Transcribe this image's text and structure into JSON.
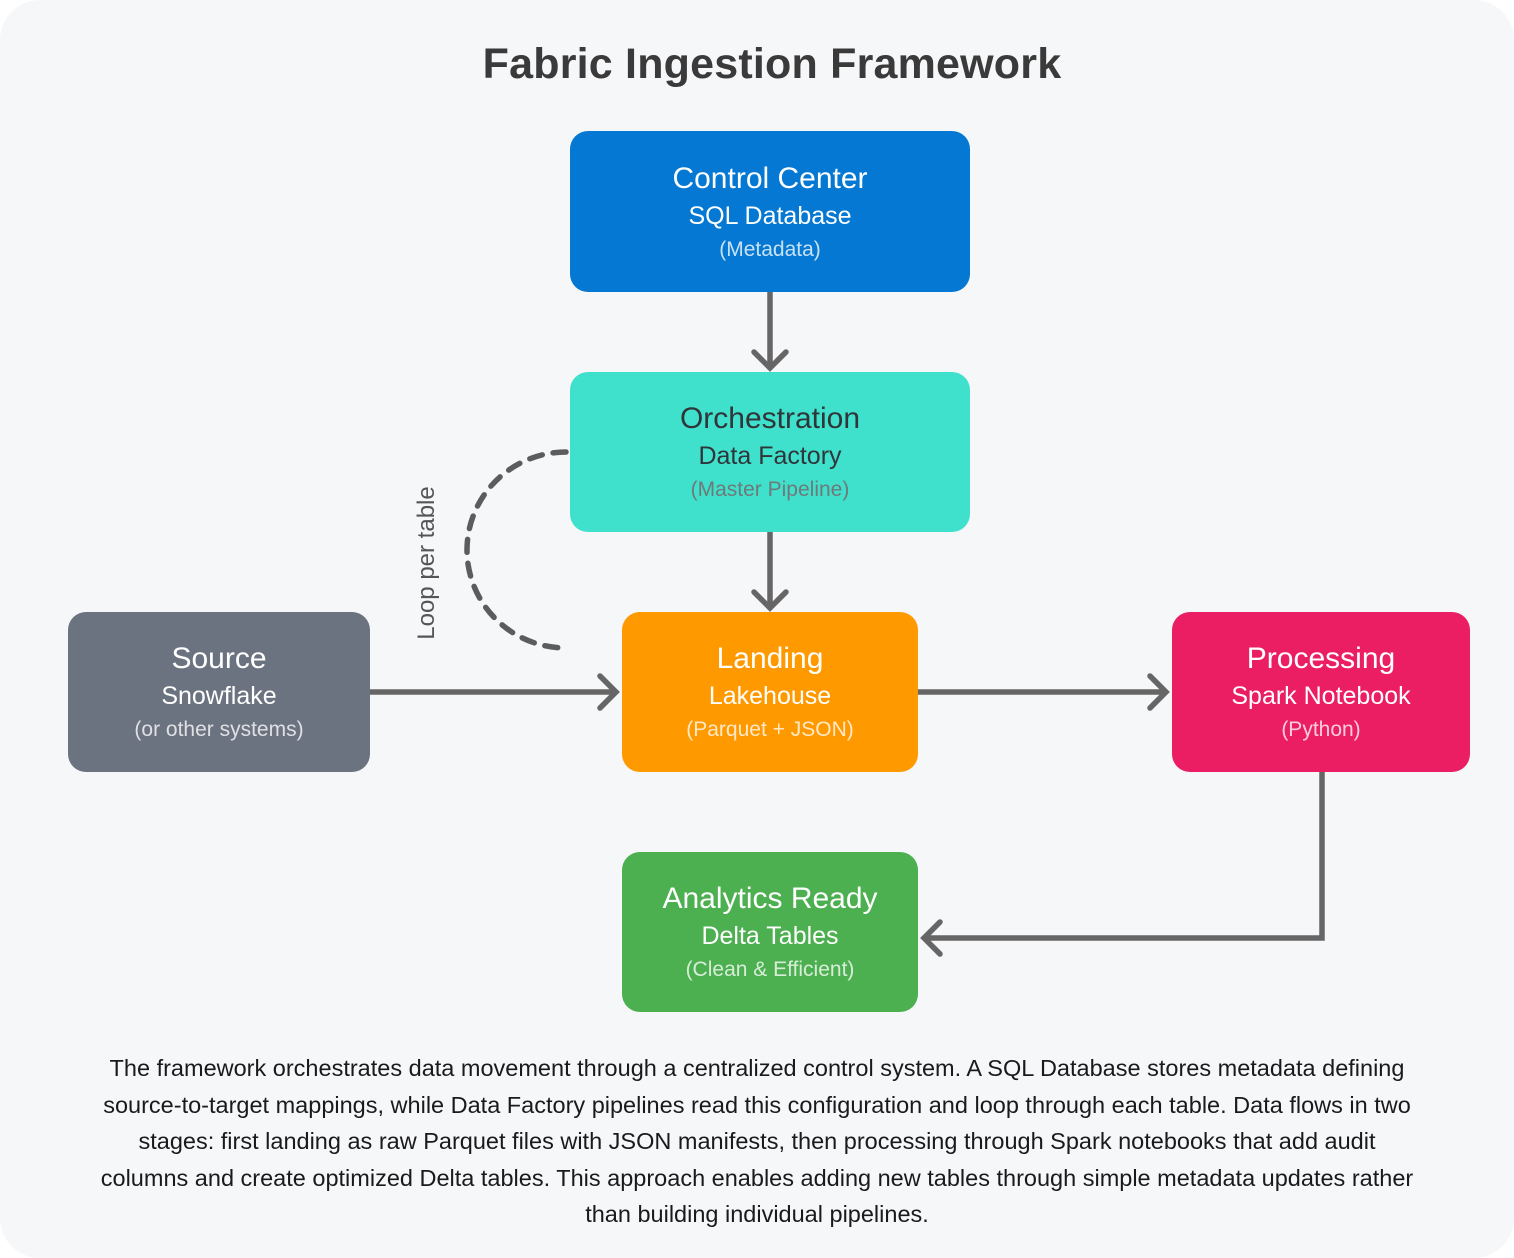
{
  "title": "Fabric Ingestion Framework",
  "nodes": [
    {
      "id": "control-center",
      "title": "Control Center",
      "subtitle": "SQL Database",
      "detail": "(Metadata)",
      "color": "#0478D2"
    },
    {
      "id": "orchestration",
      "title": "Orchestration",
      "subtitle": "Data Factory",
      "detail": "(Master Pipeline)",
      "color": "#3FE0CC"
    },
    {
      "id": "source",
      "title": "Source",
      "subtitle": "Snowflake",
      "detail": "(or other systems)",
      "color": "#6B7280"
    },
    {
      "id": "landing",
      "title": "Landing",
      "subtitle": "Lakehouse",
      "detail": "(Parquet + JSON)",
      "color": "#FF9900"
    },
    {
      "id": "processing",
      "title": "Processing",
      "subtitle": "Spark Notebook",
      "detail": "(Python)",
      "color": "#EC1E63"
    },
    {
      "id": "analytics",
      "title": "Analytics Ready",
      "subtitle": "Delta Tables",
      "detail": "(Clean & Efficient)",
      "color": "#4CAF50"
    }
  ],
  "loop_label": "Loop per table",
  "description": "The framework orchestrates data movement through a centralized control system. A SQL Database stores metadata defining source-to-target mappings, while Data Factory pipelines read this configuration and loop through each table. Data flows in two stages: first landing as raw Parquet files with JSON manifests, then processing through Spark notebooks that add audit columns and create optimized Delta tables. This approach enables adding new tables through simple metadata updates rather than building individual pipelines.",
  "colors": {
    "background": "#F6F7F9",
    "arrow": "#666666",
    "loop_stroke": "#5C5C5C",
    "title_text": "#3A3A3A",
    "description_text": "#1A1A1A"
  }
}
